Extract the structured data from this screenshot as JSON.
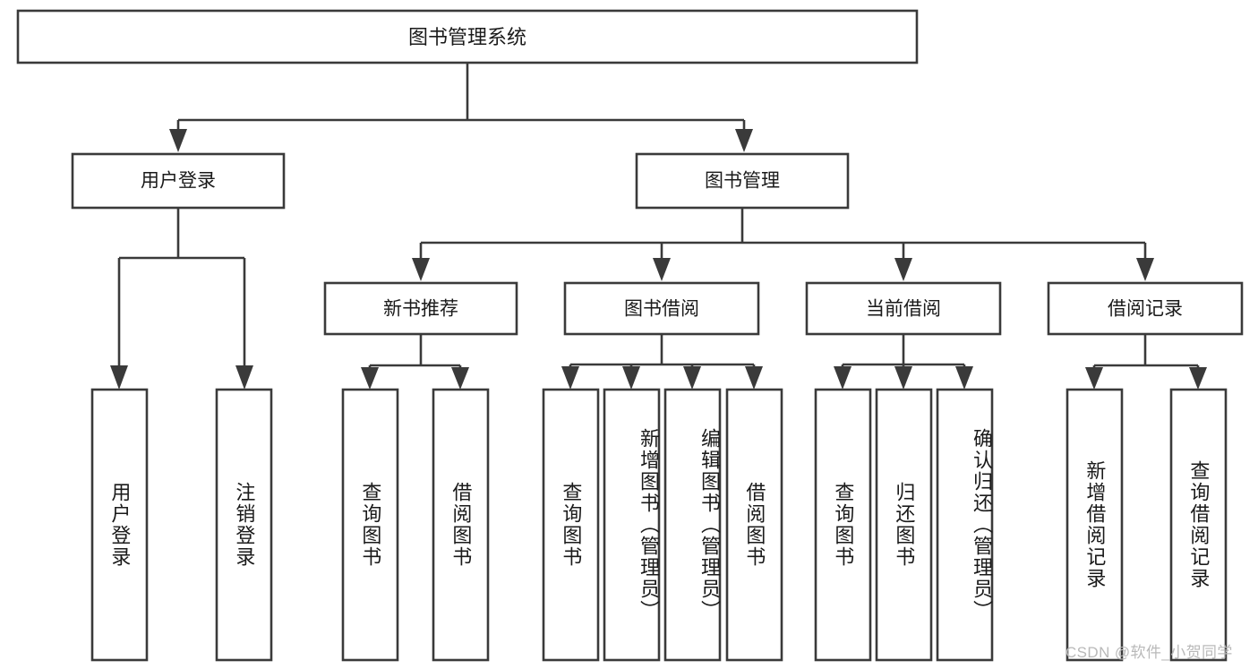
{
  "diagram": {
    "type": "tree-hierarchy",
    "title": "图书管理系统",
    "orientation": "top-down",
    "colors": {
      "box_stroke": "#3a3a3a",
      "box_fill": "#ffffff",
      "connector": "#3a3a3a",
      "text": "#1a1a1a",
      "watermark": "#b9b9b9",
      "background": "#ffffff"
    },
    "levels": [
      {
        "level": 1,
        "nodes": [
          {
            "id": "root",
            "label": "图书管理系统"
          }
        ]
      },
      {
        "level": 2,
        "nodes": [
          {
            "id": "user-login",
            "label": "用户登录",
            "parent": "root"
          },
          {
            "id": "book-manage",
            "label": "图书管理",
            "parent": "root"
          }
        ]
      },
      {
        "level": 3,
        "nodes": [
          {
            "id": "new-book-rec",
            "label": "新书推荐",
            "parent": "book-manage"
          },
          {
            "id": "book-borrow",
            "label": "图书借阅",
            "parent": "book-manage"
          },
          {
            "id": "current-borrow",
            "label": "当前借阅",
            "parent": "book-manage"
          },
          {
            "id": "borrow-record",
            "label": "借阅记录",
            "parent": "book-manage"
          }
        ]
      },
      {
        "level": 4,
        "nodes": [
          {
            "id": "leaf-user-login",
            "label": "用户登录",
            "parent": "user-login"
          },
          {
            "id": "leaf-logout",
            "label": "注销登录",
            "parent": "user-login"
          },
          {
            "id": "leaf-query-book-rec",
            "label": "查询图书",
            "parent": "new-book-rec"
          },
          {
            "id": "leaf-borrow-book-rec",
            "label": "借阅图书",
            "parent": "new-book-rec"
          },
          {
            "id": "leaf-query-book-bor",
            "label": "查询图书",
            "parent": "book-borrow"
          },
          {
            "id": "leaf-add-book",
            "label": "新增图书（管理员）",
            "parent": "book-borrow"
          },
          {
            "id": "leaf-edit-book",
            "label": "编辑图书（管理员）",
            "parent": "book-borrow"
          },
          {
            "id": "leaf-borrow-book",
            "label": "借阅图书",
            "parent": "book-borrow"
          },
          {
            "id": "leaf-query-book-cur",
            "label": "查询图书",
            "parent": "current-borrow"
          },
          {
            "id": "leaf-return-book",
            "label": "归还图书",
            "parent": "current-borrow"
          },
          {
            "id": "leaf-confirm-return",
            "label": "确认归还（管理员）",
            "parent": "current-borrow"
          },
          {
            "id": "leaf-add-record",
            "label": "新增借阅记录",
            "parent": "borrow-record"
          },
          {
            "id": "leaf-query-record",
            "label": "查询借阅记录",
            "parent": "borrow-record"
          }
        ]
      }
    ]
  },
  "watermark": {
    "text": "CSDN @软件_小贺同学"
  }
}
